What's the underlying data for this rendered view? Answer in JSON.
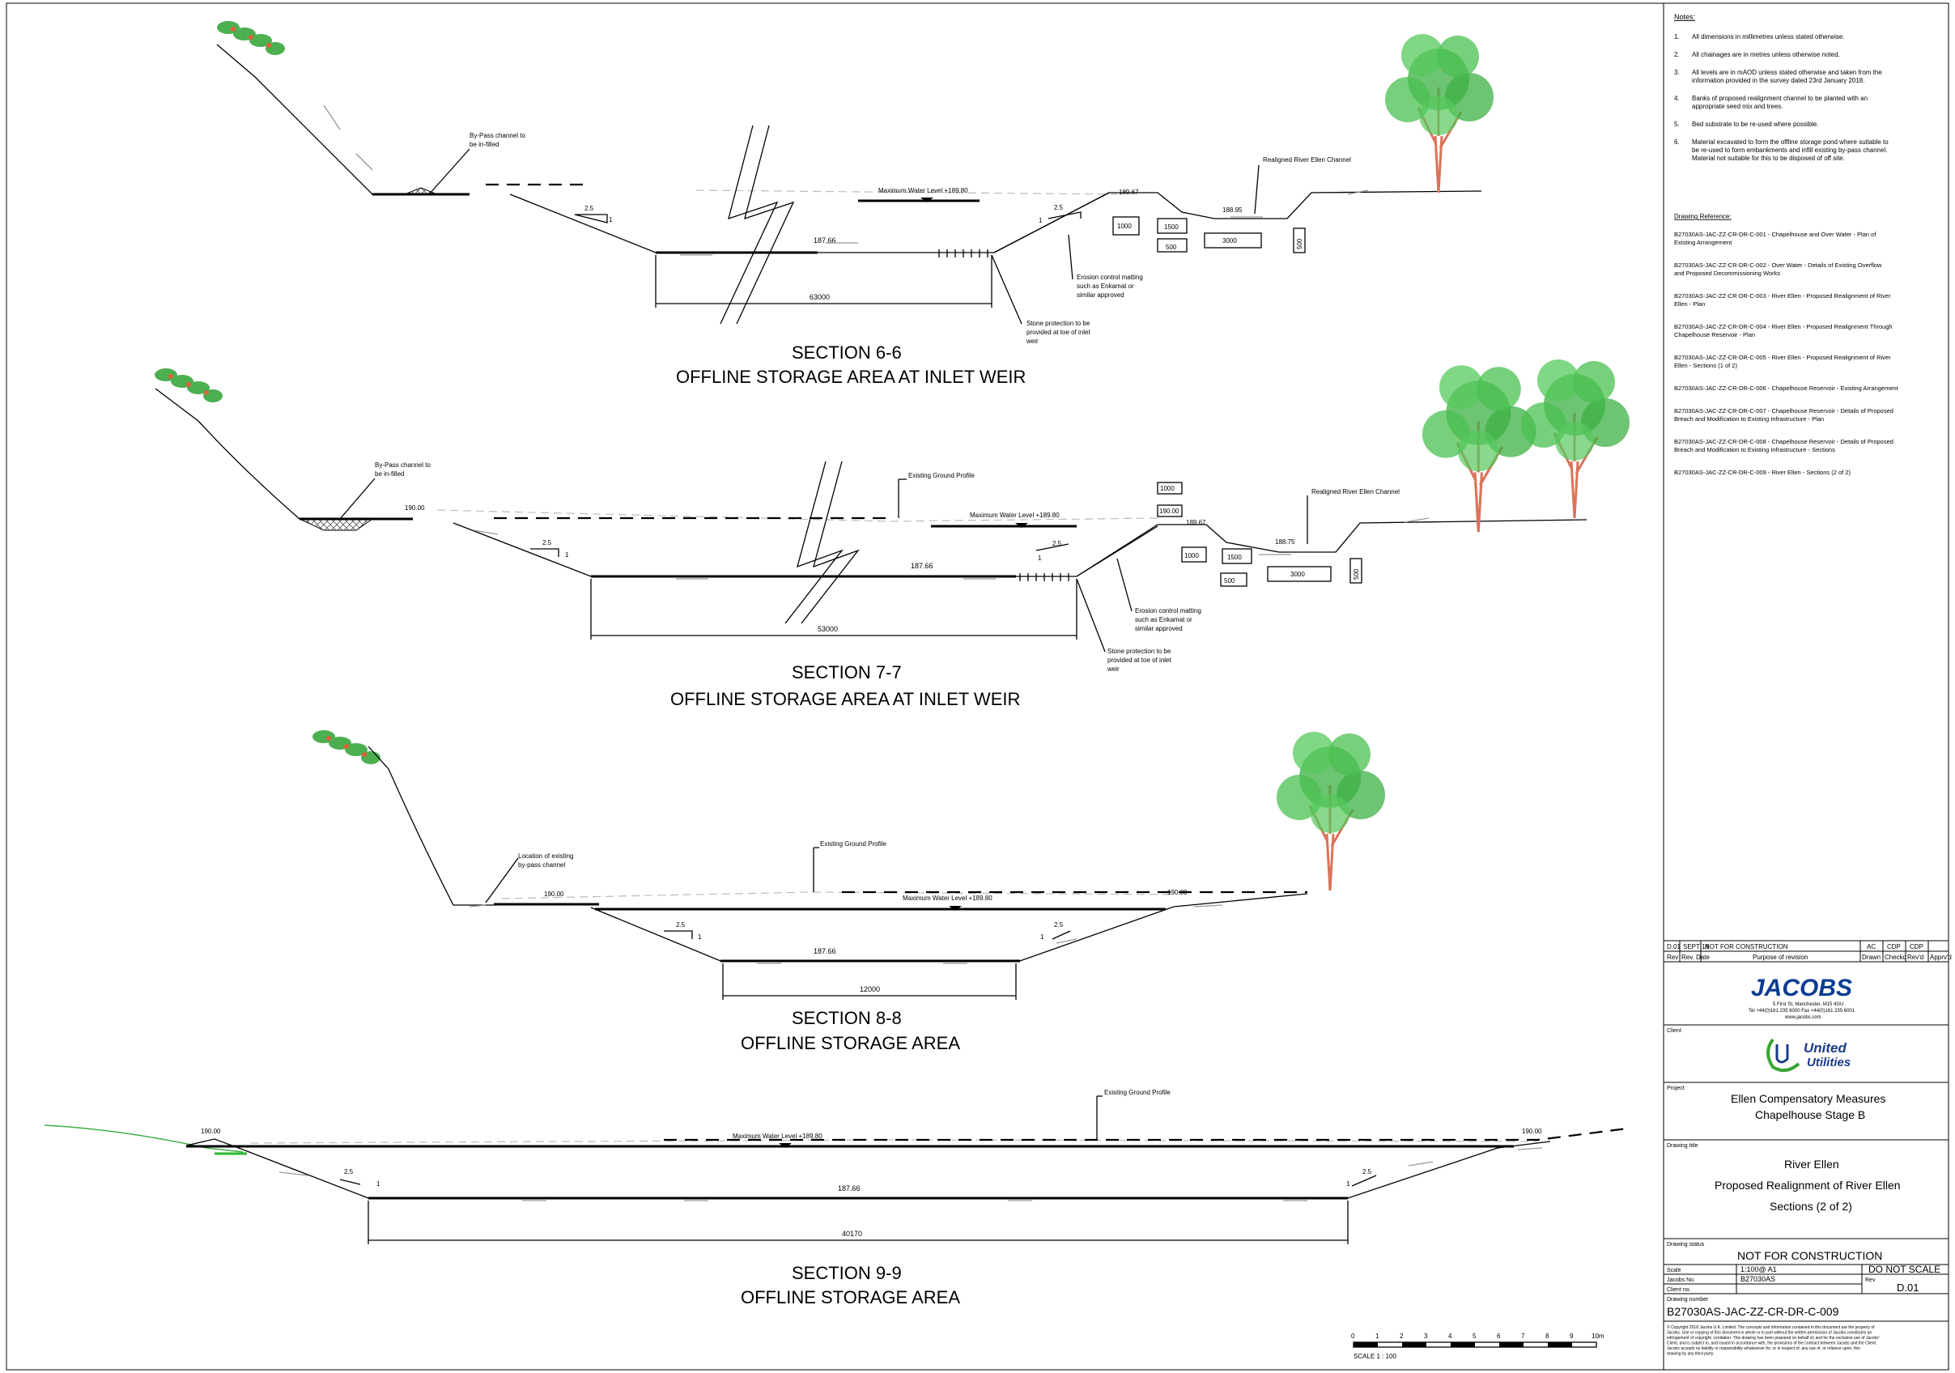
{
  "sections": [
    {
      "id": "6-6",
      "title": "SECTION 6-6",
      "subtitle": "OFFLINE STORAGE AREA AT INLET WEIR",
      "bypass_label": "By-Pass channel to be in-filled",
      "mwl": "Maximum Water Level +189.80",
      "bed_level": "187.66",
      "base_width": "63000",
      "slope": "2.5",
      "slope_v": "1",
      "realigned_label": "Realigned River Ellen Channel",
      "bank_level": "189.67",
      "channel_level": "188.95",
      "dims": [
        "1000",
        "1500",
        "500",
        "3000",
        "500"
      ],
      "erosion_label": "Erosion control matting such as Enkamat or similar approved",
      "stone_label": "Stone protection to be provided at toe of inlet weir"
    },
    {
      "id": "7-7",
      "title": "SECTION 7-7",
      "subtitle": "OFFLINE STORAGE AREA AT INLET WEIR",
      "bypass_label": "By-Pass channel to be in-filled",
      "level_190": "190.00",
      "egp_label": "Existing Ground Profile",
      "mwl": "Maximum Water Level +189.80",
      "bed_level": "187.66",
      "base_width": "53000",
      "slope": "2.5",
      "slope_v": "1",
      "realigned_label": "Realigned River Ellen Channel",
      "weir_level": "190.00",
      "bank_level": "189.67",
      "channel_level": "188.75",
      "dims": [
        "1000",
        "1000",
        "1500",
        "500",
        "3000",
        "500"
      ],
      "erosion_label": "Erosion control matting such as Enkamat or similar approved",
      "stone_label": "Stone protection to be provided at toe of inlet weir"
    },
    {
      "id": "8-8",
      "title": "SECTION 8-8",
      "subtitle": "OFFLINE STORAGE AREA",
      "bypass_label": "Location of existing by-pass channel",
      "level_190": "190.00",
      "egp_label": "Existing Ground Profile",
      "mwl": "Maximum Water Level +189.80",
      "right_level": "190.00",
      "bed_level": "187.66",
      "base_width": "12000",
      "slope": "2.5",
      "slope_v": "1"
    },
    {
      "id": "9-9",
      "title": "SECTION 9-9",
      "subtitle": "OFFLINE STORAGE AREA",
      "level_190": "190.00",
      "egp_label": "Existing Ground Profile",
      "mwl": "Maximum Water Level +189.80",
      "right_level": "190.00",
      "bed_level": "187.66",
      "base_width": "40170",
      "slope": "2.5",
      "slope_v": "1"
    }
  ],
  "scale_bar": {
    "ticks": [
      "0",
      "1",
      "2",
      "3",
      "4",
      "5",
      "6",
      "7",
      "8",
      "9",
      "10m"
    ],
    "label": "SCALE 1 : 100"
  },
  "notes": {
    "heading": "Notes:",
    "items": [
      {
        "n": "1.",
        "text": "All dimensions in millimetres unless stated otherwise."
      },
      {
        "n": "2.",
        "text": "All chainages are in metres unless otherwise noted."
      },
      {
        "n": "3.",
        "text": "All levels are in mAOD unless stated otherwise and taken from the information provided in the survey dated 23rd January 2018."
      },
      {
        "n": "4.",
        "text": "Banks of proposed realignment channel to be planted with an appropriate seed mix and trees."
      },
      {
        "n": "5.",
        "text": "Bed substrate to be re-used where possible."
      },
      {
        "n": "6.",
        "text": "Material excavated to form the offline storage pond where suitable to be re-used to form embankments and infill existing by-pass channel. Material not suitable for this to be disposed of off site."
      }
    ],
    "ref_heading": "Drawing Reference:",
    "refs": [
      "B27030AS-JAC-ZZ-CR-DR-C-001 - Chapelhouse and Over Water - Plan of Existing Arrangement",
      "B27030AS-JAC-ZZ-CR-DR-C-002 - Over Water - Details of Existing Overflow and Proposed Decommissioning Works",
      "B27030AS-JAC-ZZ-CR-DR-C-003 - River Ellen - Proposed Realignment of River Ellen - Plan",
      "B27030AS-JAC-ZZ-CR-DR-C-004 - River Ellen - Proposed Realignment Through Chapelhouse Reservoir - Plan",
      "B27030AS-JAC-ZZ-CR-DR-C-005 - River Ellen - Proposed Realignment of River Ellen - Sections (1 of 2)",
      "B27030AS-JAC-ZZ-CR-DR-C-006 - Chapelhouse Reservoir - Existing Arrangement",
      "B27030AS-JAC-ZZ-CR-DR-C-007 - Chapelhouse Reservoir - Details of Proposed Breach and Modification to Existing Infrastructure - Plan",
      "B27030AS-JAC-ZZ-CR-DR-C-008 - Chapelhouse Reservoir - Details of Proposed Breach and Modification to Existing Infrastructure - Sections",
      "B27030AS-JAC-ZZ-CR-DR-C-009 - River Ellen - Sections (2 of 2)"
    ]
  },
  "revision": {
    "rev": "D.01",
    "date": "SEPT 18",
    "purpose": "NOT FOR CONSTRUCTION",
    "drawn": "AC",
    "checked": "CDP",
    "reviewed": "CDP",
    "headers": [
      "Rev",
      "Rev. Date",
      "Purpose of revision",
      "Drawn",
      "Checkd",
      "Rev'd",
      "Apprv'd"
    ]
  },
  "company": {
    "name": "JACOBS",
    "address": "5 First St, Manchester, M15 4GU",
    "phone": "Tel +44(0)161 235 6000   Fax +44(0)161 235 6001",
    "web": "www.jacobs.com",
    "color": "#0a3d91"
  },
  "client": {
    "label": "Client",
    "name_line1": "United",
    "name_line2": "Utilities",
    "color": "#1a3a8a",
    "accent": "#3aa635"
  },
  "project": {
    "label": "Project",
    "line1": "Ellen Compensatory Measures",
    "line2": "Chapelhouse Stage B"
  },
  "drawing": {
    "label": "Drawing title",
    "line1": "River Ellen",
    "line2": "Proposed Realignment of River Ellen",
    "line3": "Sections (2 of 2)"
  },
  "status": {
    "label": "Drawing status",
    "value": "NOT FOR CONSTRUCTION"
  },
  "meta": {
    "scale_label": "Scale",
    "scale": "1:100@ A1",
    "dns": "DO NOT SCALE",
    "jacobs_no_label": "Jacobs No.",
    "jacobs_no": "B27030AS",
    "rev_label": "Rev",
    "rev": "D.01",
    "client_no_label": "Client no.",
    "drawing_no_label": "Drawing number",
    "drawing_no": "B27030AS-JAC-ZZ-CR-DR-C-009"
  },
  "copyright": "© Copyright 2018 Jacobs U.K. Limited. The concepts and information contained in this document are the property of Jacobs. Use or copying of this document in whole or in part without the written permission of Jacobs constitutes an infringement of copyright. Limitation: This drawing has been prepared on behalf of, and for the exclusive use of Jacobs' Client, and is subject to, and issued in accordance with, the provisions of the contract between Jacobs and the Client. Jacobs accepts no liability or responsibility whatsoever for, or in respect of, any use of, or reliance upon, this drawing by any third party."
}
